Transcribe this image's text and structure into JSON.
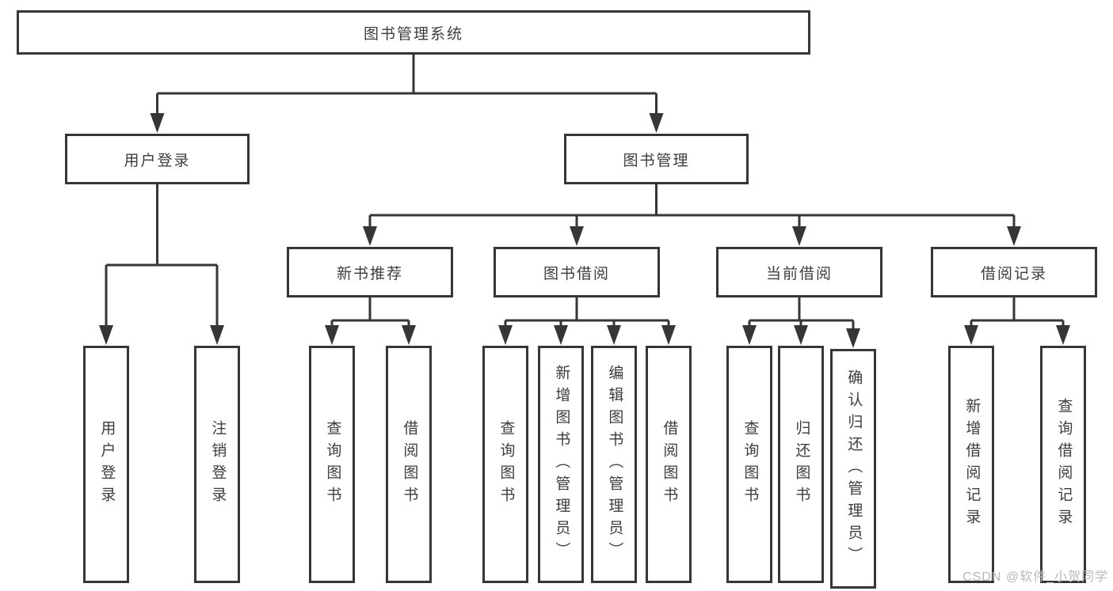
{
  "diagram": {
    "title": "图书管理系统",
    "level2": {
      "user_login": "用户登录",
      "book_mgmt": "图书管理"
    },
    "level3": {
      "new_book": "新书推荐",
      "book_borrow": "图书借阅",
      "current_borrow": "当前借阅",
      "borrow_record": "借阅记录"
    },
    "leaves": {
      "user_login": [
        "用户登录",
        "注销登录"
      ],
      "new_book": [
        "查询图书",
        "借阅图书"
      ],
      "book_borrow": [
        "查询图书",
        "新增图书（管理员）",
        "编辑图书（管理员）",
        "借阅图书"
      ],
      "current_borrow": [
        "查询图书",
        "归还图书",
        "确认归还（管理员）"
      ],
      "borrow_record": [
        "新增借阅记录",
        "查询借阅记录"
      ]
    },
    "line_color": "#363636"
  },
  "watermark": "CSDN @软件_小贺同学"
}
